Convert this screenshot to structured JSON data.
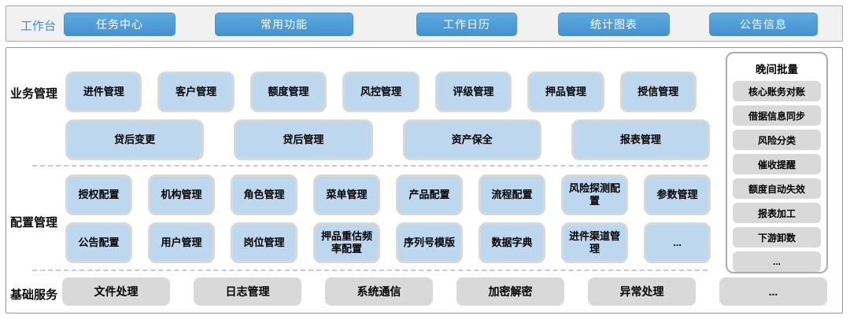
{
  "workbench": {
    "label": "工作台",
    "buttons": [
      "任务中心",
      "常用功能",
      "工作日历",
      "统计图表",
      "公告信息"
    ]
  },
  "business": {
    "label": "业务管理",
    "row1": [
      "进件管理",
      "客户管理",
      "额度管理",
      "风控管理",
      "评级管理",
      "押品管理",
      "授信管理"
    ],
    "row2": [
      "贷后变更",
      "贷后管理",
      "资产保全",
      "报表管理"
    ]
  },
  "config": {
    "label": "配置管理",
    "row1": [
      "授权配置",
      "机构管理",
      "角色管理",
      "菜单管理",
      "产品配置",
      "流程配置",
      "风险探测配置",
      "参数管理"
    ],
    "row2": [
      "公告配置",
      "用户管理",
      "岗位管理",
      "押品重估频率配置",
      "序列号模版",
      "数据字典",
      "进件渠道管理",
      "..."
    ]
  },
  "night_batch": {
    "title": "晚间批量",
    "items": [
      "核心账务对账",
      "借据信息同步",
      "风险分类",
      "催收提醒",
      "额度自动失效",
      "报表加工",
      "下游卸数",
      "..."
    ]
  },
  "basic_services": {
    "label": "基础服务",
    "items": [
      "文件处理",
      "日志管理",
      "系统通信",
      "加密解密",
      "异常处理",
      "..."
    ]
  },
  "colors": {
    "nav_button_blue": "#4C9BD6",
    "module_light_blue": "#BDD7EE",
    "module_border_gray": "#D8D8D8",
    "service_gray": "#D9D9D9",
    "workbench_text_blue": "#3F8FD2",
    "panel_border_gray": "#ABABAB"
  }
}
